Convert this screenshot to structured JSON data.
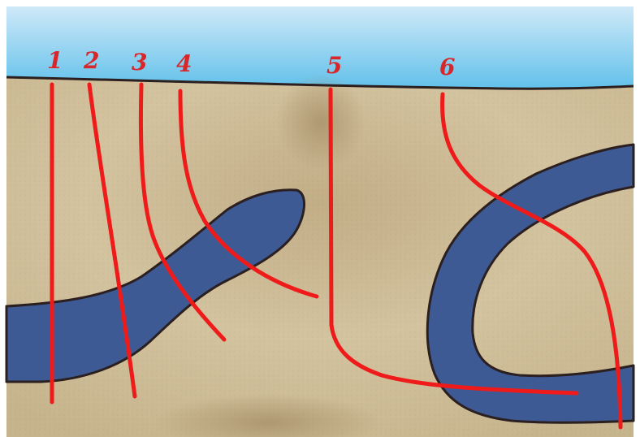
{
  "wells": [
    {
      "label": "1"
    },
    {
      "label": "2"
    },
    {
      "label": "3"
    },
    {
      "label": "4"
    },
    {
      "label": "5"
    },
    {
      "label": "6"
    }
  ],
  "colors": {
    "sky_top": "#bfe0f4",
    "sky_bottom": "#5fbfe8",
    "ground": "#cdbb95",
    "ground_dark": "#b39f78",
    "seam_fill": "#3d5a94",
    "seam_outline": "#2b1f1f",
    "well_path": "#ef1b1b",
    "label": "#d8262a"
  }
}
